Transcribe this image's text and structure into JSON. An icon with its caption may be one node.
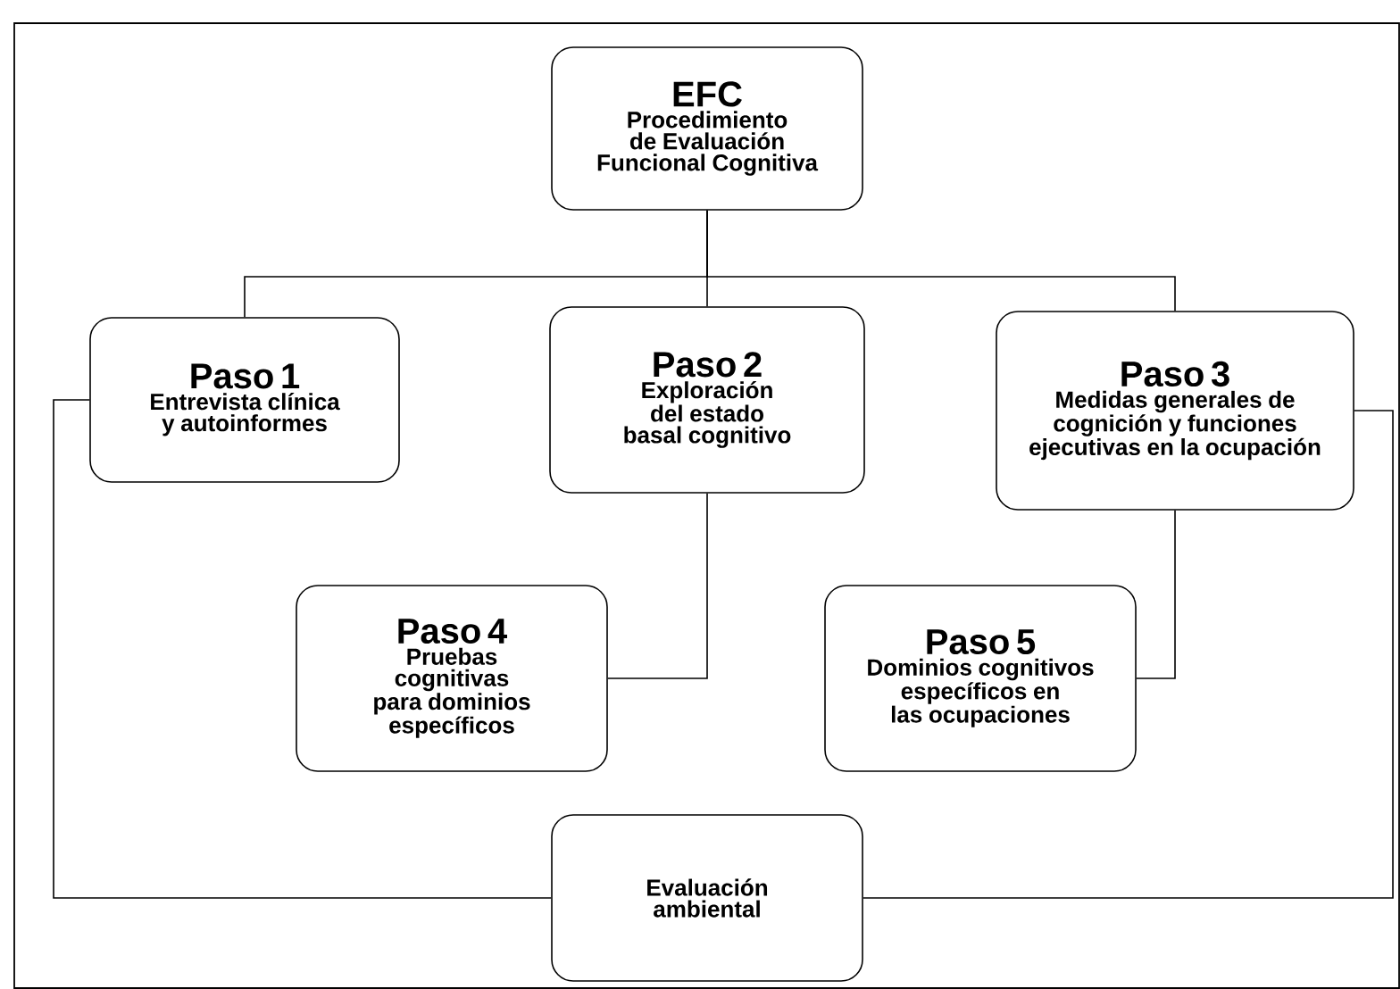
{
  "diagram": {
    "nodes": [
      {
        "text": [
          "EFC",
          "Procedimiento de Evaluación Funcional Cognitiva"
        ]
      },
      {
        "text": [
          "Paso 1",
          "Entrevista clínica y autoinformes"
        ]
      },
      {
        "text": [
          "Paso 2",
          "Exploración del estado basal cognitivo"
        ]
      },
      {
        "text": [
          "Paso 3",
          "Medidas generales de cognición y funciones ejecutivas en la ocupación"
        ]
      },
      {
        "text": [
          "Paso 4",
          "Pruebas cognitivas para dominios específicos"
        ]
      },
      {
        "text": [
          "Paso 5",
          "Dominios cognitivos específicos en las ocupaciones"
        ]
      },
      {
        "text": [
          "Evaluación ambiental"
        ]
      }
    ],
    "edges": [
      {
        "from": 0,
        "to": 1,
        "arrow": "none"
      },
      {
        "from": 0,
        "to": 2,
        "arrow": "none"
      },
      {
        "from": 0,
        "to": 3,
        "arrow": "none"
      },
      {
        "from": 2,
        "to": 4,
        "arrow": "none"
      },
      {
        "from": 3,
        "to": 5,
        "arrow": "none"
      },
      {
        "from": 1,
        "to": 6,
        "arrow": "none"
      },
      {
        "from": 3,
        "to": 6,
        "arrow": "none"
      }
    ]
  }
}
